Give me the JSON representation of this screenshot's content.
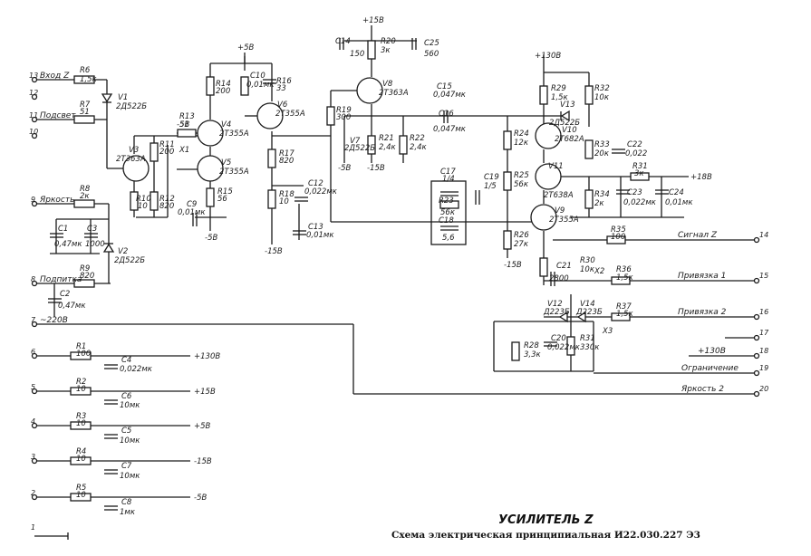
{
  "title": {
    "name": "УСИЛИТЕЛЬ Z",
    "subtitle": "Схема электрическая принципиальная  И22.030.227  Э3"
  },
  "rails": {
    "p58_top": "+5В",
    "p15_top": "+15В",
    "p130_top": "+130В",
    "p18": "+18В",
    "m5_a": "-5В",
    "m5_b": "-5В",
    "m15_a": "-15В",
    "m15_b": "-15В",
    "m15_c": "-15В",
    "m5_c": "-5В"
  },
  "pins": {
    "p1": "1",
    "p2": "2",
    "p3": "3",
    "p4": "4",
    "p5": "5",
    "p6": "6",
    "p7": "7",
    "p8": "8",
    "p9": "9",
    "p10": "10",
    "p11": "11",
    "p12": "12",
    "p13": "13",
    "p14": "14",
    "p15": "15",
    "p16": "16",
    "p17": "17",
    "p18": "18",
    "p19": "19",
    "p20": "20"
  },
  "input_labels": {
    "vhod": "Вход Z",
    "podsvet": "Подсвет",
    "yarkost": "Яркость",
    "podnyatka": "Подпитка",
    "v220": "~220В"
  },
  "output_labels": {
    "signal": "Сигнал Z",
    "privyazka1": "Привязка 1",
    "privyazka2": "Привязка 2",
    "p130": "+130В",
    "ogranichenie": "Ограничение",
    "yarkost2": "Яркость 2"
  },
  "supply_rows": [
    {
      "r": "R1",
      "rv": "100",
      "c": "C4",
      "cv": "0,022мк",
      "out": "+130В"
    },
    {
      "r": "R2",
      "rv": "10",
      "c": "C6",
      "cv": "10мк",
      "out": "+15В"
    },
    {
      "r": "R3",
      "rv": "10",
      "c": "C5",
      "cv": "10мк",
      "out": "+5В"
    },
    {
      "r": "R4",
      "rv": "10",
      "c": "C7",
      "cv": "10мк",
      "out": "-15В"
    },
    {
      "r": "R5",
      "rv": "10",
      "c": "C8",
      "cv": "1мк",
      "out": "-5В"
    }
  ],
  "components": {
    "r6": "R6",
    "r6v": "1,5к",
    "v1": "V1",
    "v1t": "2Д522Б",
    "r7": "R7",
    "r7v": "51",
    "r8": "R8",
    "r8v": "2к",
    "r9": "R9",
    "r9v": "820",
    "c1": "C1",
    "c1v": "0,47мк",
    "c3": "C3",
    "c3v": "1000",
    "c2": "C2",
    "c2v": "0,47мк",
    "v2": "V2",
    "v2t": "2Д522Б",
    "v3": "V3",
    "v3t": "2Т363А",
    "r10": "R10",
    "r10v": "10",
    "r11": "R11",
    "r11v": "200",
    "r12": "R12",
    "r12v": "820",
    "r13": "R13",
    "r13v": "51",
    "r14": "R14",
    "r14v": "200",
    "v4": "V4",
    "v4t": "2Т355А",
    "v5": "V5",
    "v5t": "2Т355А",
    "c9": "C9",
    "c9v": "0,01мк",
    "r15": "R15",
    "r15v": "56",
    "c10": "C10",
    "c10v": "0,01мк",
    "r16": "R16",
    "r16v": "33",
    "v6": "V6",
    "v6t": "2Т355А",
    "r17": "R17",
    "r17v": "820",
    "r18": "R18",
    "r18v": "10",
    "c12": "C12",
    "c12v": "0,022мк",
    "c13": "C13",
    "c13v": "0,01мк",
    "x1": "X1",
    "c14": "C14",
    "c14v": "150",
    "r20": "R20",
    "r20v": "3к",
    "c25": "C25",
    "c25v": "560",
    "v8": "V8",
    "v8t": "2Т363А",
    "r19": "R19",
    "r19v": "300",
    "v7": "V7",
    "v7t": "2Д522Б",
    "r21": "R21",
    "r21v": "2,4к",
    "r22": "R22",
    "r22v": "2,4к",
    "c15": "C15",
    "c15v": "0,047мк",
    "c16": "C16",
    "c16v": "0,047мк",
    "c17": "C17",
    "c17v": "1/4",
    "c18": "C18",
    "c18v": "5,6",
    "c19": "C19",
    "c19v": "1/5",
    "r23": "R23",
    "r23v": "56к",
    "r24": "R24",
    "r24v": "12к",
    "r25": "R25",
    "r25v": "56к",
    "r26": "R26",
    "r26v": "27к",
    "r29": "R29",
    "r29v": "1,5к",
    "r32": "R32",
    "r32v": "10к",
    "v13": "V13",
    "v13t": "2Д522Б",
    "v10": "V10",
    "v10t": "2Т682А",
    "v11": "V11",
    "v11t": "2Т638А",
    "v9": "V9",
    "v9t": "2Т355А",
    "r33": "R33",
    "r33v": "20к",
    "c22": "C22",
    "c22v": "0,022",
    "r31": "R31",
    "r31v": "3к",
    "r34": "R34",
    "r34v": "2к",
    "c23": "C23",
    "c23v": "0,022мк",
    "c24": "C24",
    "c24v": "0,01мк",
    "r35": "R35",
    "r35v": "100",
    "r30": "R30",
    "r30v": "10к",
    "c21": "C21",
    "c21v": "2800",
    "r36": "R36",
    "r36v": "1,5к",
    "x2": "X2",
    "x3": "X3",
    "v12": "V12",
    "v12t": "Д223Б",
    "v14": "V14",
    "v14t": "Д223Б",
    "r37": "R37",
    "r37v": "1,5к",
    "r28": "R28",
    "r28v": "3,3к",
    "c20": "C20",
    "c20v": "0,022мк",
    "r31b": "R31",
    "r31bv": "330к"
  }
}
